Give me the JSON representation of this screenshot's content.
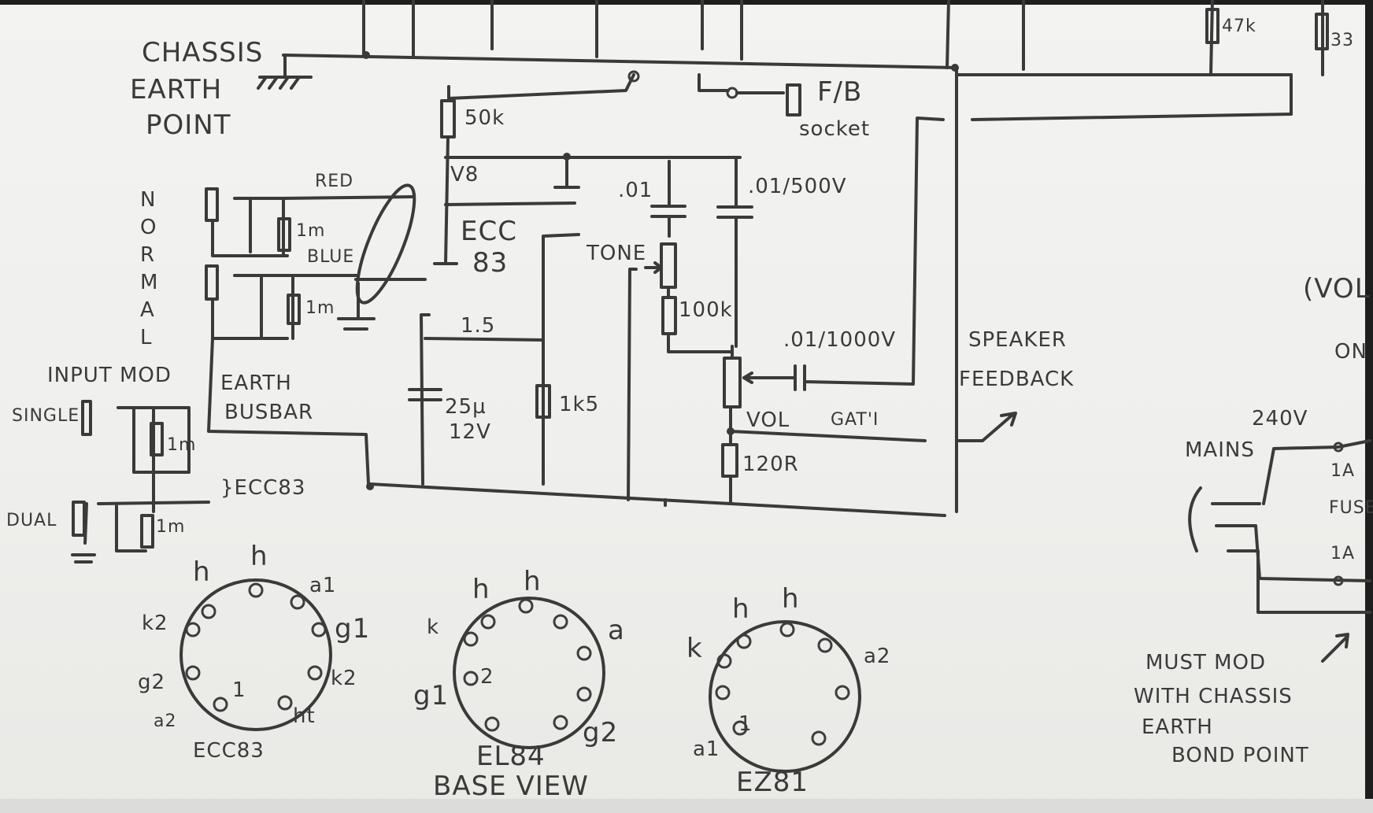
{
  "title_block": {
    "chassis_earth": [
      "CHASSIS",
      "EARTH",
      "POINT"
    ],
    "fb_socket": [
      "F/B",
      "socket"
    ]
  },
  "input_stage": {
    "normal_letters": [
      "N",
      "O",
      "R",
      "M",
      "A",
      "L"
    ],
    "input_mod": "INPUT MOD",
    "single": "SINGLE",
    "dual": "DUAL",
    "r_1m": "1m",
    "earth_busbar": [
      "EARTH",
      "BUSBAR"
    ],
    "ecc83_note": "}ECC83",
    "red": "RED",
    "blue": "BLUE"
  },
  "components": {
    "r_50k": "50k",
    "ht_node": "V8",
    "tube": [
      "ECC",
      "83"
    ],
    "r_1_5": "1.5",
    "c_25u": [
      "25µ",
      "12V"
    ],
    "r_1k5": "1k5",
    "c_01": ".01",
    "c_01_500v": ".01/500V",
    "tone": "TONE",
    "r_100k": "100k",
    "c_01_1000v": ".01/1000V",
    "vol": "VOL",
    "vol_note": "GAT'I",
    "r_120": "120R",
    "r_47k": "47k",
    "r_33": "33"
  },
  "right_side": {
    "speaker_feedback": [
      "SPEAKER",
      "FEEDBACK"
    ],
    "mains_240": [
      "240V",
      "MAINS"
    ],
    "fuse_1a_top": "1A",
    "fuse_label": "FUSE",
    "fuse_1a_bottom": "1A",
    "must_mod": [
      "MUST MOD",
      "WITH CHASSIS",
      "EARTH",
      "BOND POINT"
    ],
    "edge_vol": "(VOL",
    "edge_on": "ON"
  },
  "pinouts": {
    "ecc83": {
      "name": "ECC83",
      "pins": [
        "h",
        "h",
        "a1",
        "g1",
        "k2",
        "ht",
        "a2",
        "g2",
        "k2",
        "1"
      ]
    },
    "el84": {
      "name": "EL84",
      "caption": "BASE VIEW",
      "pins": [
        "h",
        "h",
        "k",
        "a",
        "g1",
        "g2",
        "2"
      ]
    },
    "ez81": {
      "name": "EZ81",
      "pins": [
        "h",
        "h",
        "k",
        "a2",
        "a1",
        "1"
      ]
    }
  }
}
